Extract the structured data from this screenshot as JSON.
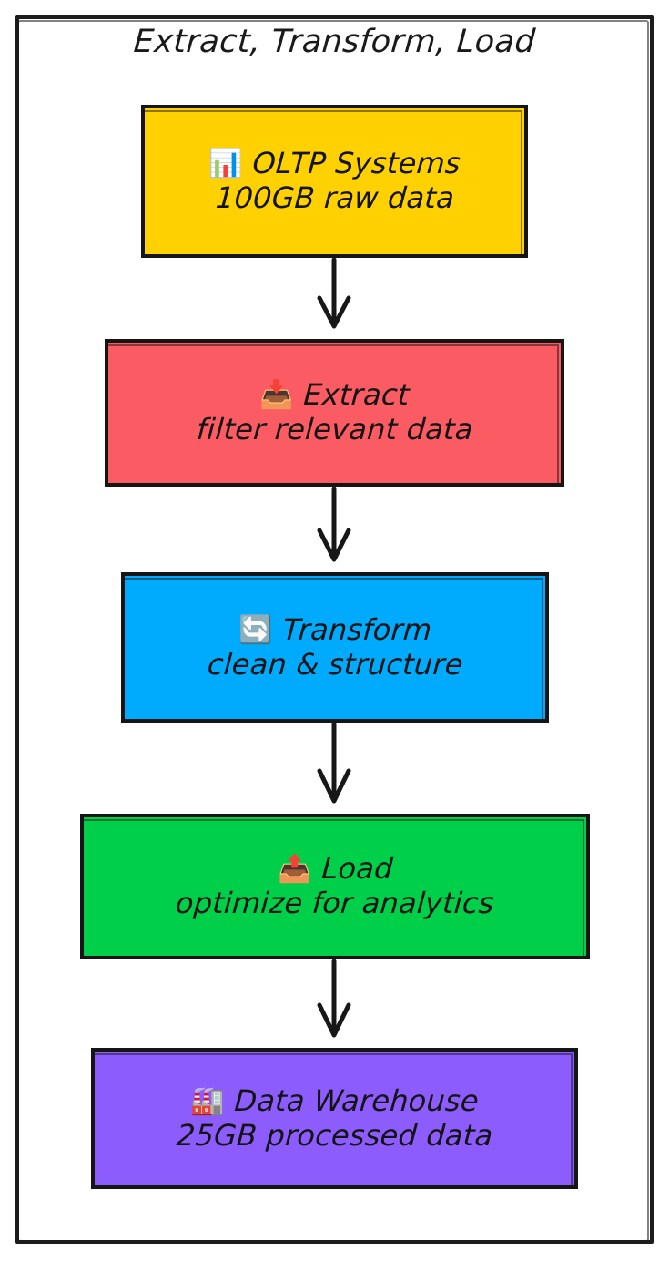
{
  "diagram": {
    "title": "Extract, Transform, Load",
    "type": "flowchart",
    "direction": "top-to-bottom",
    "style": "hand-drawn",
    "frame_border_color": "#151515",
    "background_color": "#ffffff"
  },
  "nodes": [
    {
      "id": "oltp",
      "icon": "bar-chart-icon",
      "icon_glyph": "📊",
      "line1": "OLTP Systems",
      "line2": "100GB raw data",
      "color": "#FFD100"
    },
    {
      "id": "extract",
      "icon": "inbox-tray-icon",
      "icon_glyph": "📥",
      "line1": "Extract",
      "line2": "filter relevant data",
      "color": "#FB5B62"
    },
    {
      "id": "transform",
      "icon": "refresh-arrows-icon",
      "icon_glyph": "🔄",
      "line1": "Transform",
      "line2": "clean & structure",
      "color": "#00ABFD"
    },
    {
      "id": "load",
      "icon": "outbox-tray-icon",
      "icon_glyph": "📤",
      "line1": "Load",
      "line2": "optimize for analytics",
      "color": "#00CF4A"
    },
    {
      "id": "warehouse",
      "icon": "factory-icon",
      "icon_glyph": "🏭",
      "line1": "Data Warehouse",
      "line2": "25GB processed data",
      "color": "#8C5CFC"
    }
  ],
  "edges": [
    {
      "from": "oltp",
      "to": "extract",
      "label": ""
    },
    {
      "from": "extract",
      "to": "transform",
      "label": ""
    },
    {
      "from": "transform",
      "to": "load",
      "label": ""
    },
    {
      "from": "load",
      "to": "warehouse",
      "label": ""
    }
  ]
}
